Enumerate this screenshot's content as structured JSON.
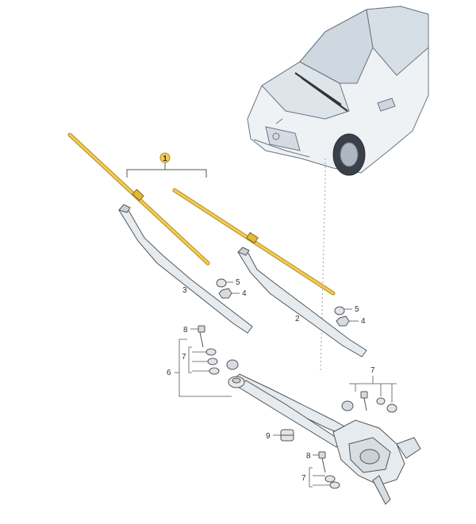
{
  "diagram": {
    "callouts": {
      "c1": "1",
      "c2": "2",
      "c3": "3",
      "c4a": "4",
      "c4b": "4",
      "c5a": "5",
      "c5b": "5",
      "c6": "6",
      "c7a": "7",
      "c7b": "7",
      "c7c": "7",
      "c8a": "8",
      "c8b": "8",
      "c9": "9"
    },
    "colors": {
      "highlight": "#e2b93b",
      "outline": "#555555",
      "part_fill": "#e6ebef",
      "car_fill": "#eef2f5"
    }
  }
}
